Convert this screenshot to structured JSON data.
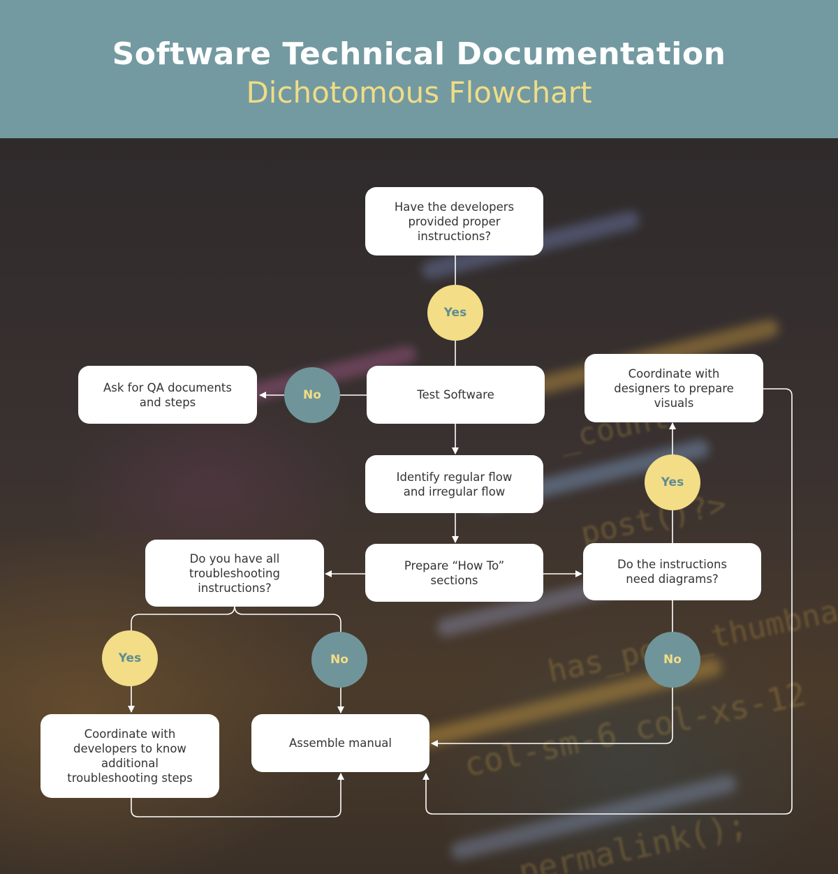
{
  "header": {
    "title": "Software Technical Documentation",
    "subtitle": "Dichotomous Flowchart"
  },
  "background_code": [
    "_count",
    "post()?>",
    "has_post_thumbnail",
    "col-sm-6 col-xs-12",
    "permalink();"
  ],
  "nodes": {
    "q_instructions": "Have the developers\nprovided proper\ninstructions?",
    "test_software": "Test Software",
    "ask_qa": "Ask for QA documents\nand steps",
    "identify_flow": "Identify regular flow\nand irregular flow",
    "prepare_howto": "Prepare “How To”\nsections",
    "q_troubleshooting": "Do you have all\ntroubleshooting\ninstructions?",
    "q_diagrams": "Do the instructions\nneed diagrams?",
    "coordinate_designers": "Coordinate with\ndesigners to prepare\nvisuals",
    "coordinate_developers": "Coordinate with\ndevelopers to know\nadditional\ntroubleshooting steps",
    "assemble_manual": "Assemble manual"
  },
  "decisions": {
    "yes_1": "Yes",
    "no_1": "No",
    "yes_2": "Yes",
    "yes_3": "Yes",
    "no_2": "No",
    "no_3": "No"
  },
  "colors": {
    "header_bg": "#739aa0",
    "title": "#ffffff",
    "subtitle": "#f0dc88",
    "yes_circle": "#f3dd86",
    "no_circle": "#6f959a",
    "connector": "#ffffff"
  }
}
